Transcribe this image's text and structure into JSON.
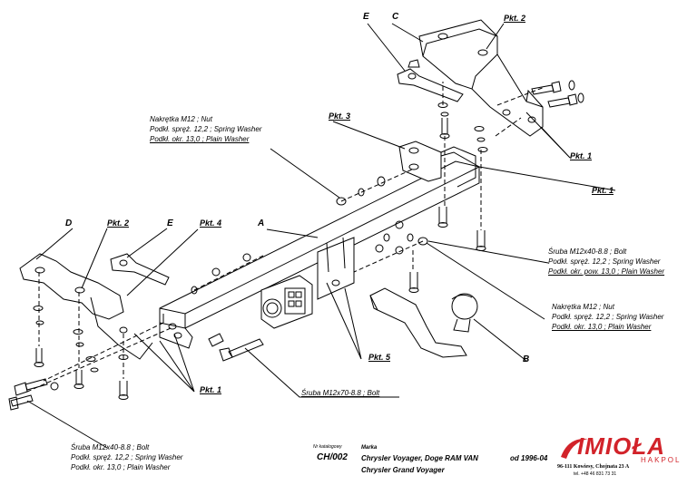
{
  "letters": {
    "A": "A",
    "B": "B",
    "C": "C",
    "D": "D",
    "E": "E"
  },
  "pkt": {
    "p1": "Pkt. 1",
    "p2": "Pkt. 2",
    "p3": "Pkt. 3",
    "p4": "Pkt. 4",
    "p5": "Pkt. 5"
  },
  "callouts": {
    "nut_top": [
      "Nakrętka  M12 ; Nut",
      "Podkł. spręż. 12,2 ; Spring Washer",
      "Podkł. okr.  13,0 ; Plain Washer"
    ],
    "bolt_right": [
      "Śruba M12x40-8.8 ;  Bolt",
      "Podkł. spręż. 12,2 ; Spring Washer",
      "Podkł. okr. pow. 13,0 ; Plain Washer"
    ],
    "nut_right": [
      "Nakrętka  M12 ; Nut",
      "Podkł. spręż. 12,2 ; Spring Washer",
      "Podkł. okr.  13,0 ; Plain Washer"
    ],
    "bolt_long": "Śruba M12x70-8.8 ;  Bolt",
    "bolt_left": [
      "Śruba M12x40-8.8 ;  Bolt",
      "Podkł. spręż. 12,2 ; Spring Washer",
      "Podkł. okr. 13,0 ; Plain Washer"
    ]
  },
  "catalog": {
    "nr_label": "Nr katalogowy",
    "nr_value": "CH/002",
    "marka_label": "Marka",
    "model1": "Chrysler Voyager, Doge RAM VAN",
    "years": "od 1996-04",
    "model2": "Chrysler Grand Voyager"
  },
  "brand": {
    "name": "IMIOŁA",
    "sub": "HAKPOL",
    "address": "96-111 Kowiesy, Chojnata 23 A",
    "phone": "tel. +48 46 831 73 31",
    "color": "#d2232a"
  }
}
